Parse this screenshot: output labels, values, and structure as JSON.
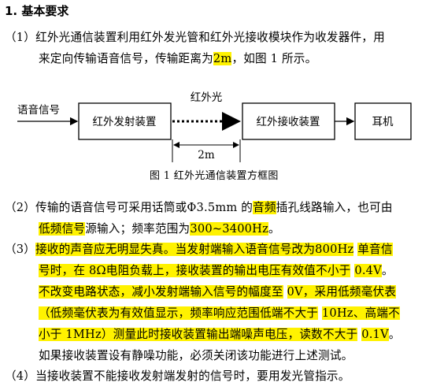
{
  "heading": "1. 基本要求",
  "p1": {
    "line1": "（1）红外光通信装置利用红外发光管和红外光接收模块作为收发器件，用",
    "line2_pre": "来定向传输语音信号，传输距离为",
    "line2_hl": "2m",
    "line2_post": "，如图 1 所示。"
  },
  "diagram": {
    "input_label": "语音信号",
    "box_tx": "红外发射装置",
    "link_label": "红外光",
    "box_rx": "红外接收装置",
    "box_ear": "耳机",
    "distance": "2m",
    "caption": "图 1  红外光通信装置方框图"
  },
  "p2": {
    "l1_a": "（2）传输的语音信号可采用话筒或Φ3.5mm 的",
    "l1_hl": "音频",
    "l1_b": "插孔线路输入，也可由",
    "l2_hl1": "低频信号",
    "l2_a": "源输入；频率范围为",
    "l2_hl2": "300~3400Hz",
    "l2_b": "。"
  },
  "p3": {
    "l1_pre": "（3）",
    "l1_hl1": "接收的声音应无明显失真。当发射端输入语音信号改为",
    "l1_hl2": "800Hz",
    "l1_post": " ",
    "l1_hl3": "单音信",
    "l2_hl1": "号时，在 8Ω电阻负载上，接收装置的输出电压有效值不小于",
    "l2_post": " ",
    "l2_hl2": "0.4V",
    "l2_end": "。",
    "l3_hl1": "不改变电路状态，减小发射端输入信号的幅度至",
    "l3_post": " ",
    "l3_hl2": "0V",
    "l3_hl3": "，采用低频毫伏表",
    "l4_hl1": "（低频毫伏表为有效值显示，频率响应范围低端不大于",
    "l4_post": " ",
    "l4_hl2": "10Hz",
    "l4_hl3": "、高端不",
    "l5_hl1": "小于",
    "l5_hl2": " 1MHz",
    "l5_hl3": "）测量此时接收装置输出端噪声电压，读数不大于",
    "l5_post": " ",
    "l5_hl4": "0.1V",
    "l5_end": "。",
    "l6": "如果接收装置设有静噪功能，必须关闭该功能进行上述测试。"
  },
  "p4": {
    "l1": "（4）当接收装置不能接收发射端发射的信号时，要用发光管指示。"
  }
}
